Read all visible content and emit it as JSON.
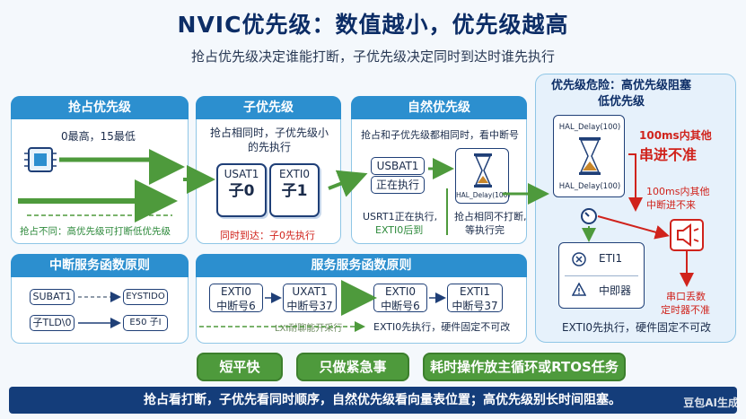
{
  "title": "NVIC优先级：数值越小，优先级越高",
  "subtitle": "抢占优先级决定谁能打断，子优先级决定同时到达时谁先执行",
  "preempt": {
    "header": "抢占优先级",
    "range": "0最高，15最低",
    "note": "抢占不同：高优先级可打断低优先级"
  },
  "subprio": {
    "header": "子优先级",
    "desc": "抢占相同时，子优先级小的先执行",
    "chip1_name": "USAT1",
    "chip1_big": "子0",
    "chip2_name": "EXTI0",
    "chip2_big": "子1",
    "note": "同时到达：子0先执行"
  },
  "natural": {
    "header": "自然优先级",
    "desc": "抢占和子优先级都相同时，看中断号",
    "box1": "USBAT1",
    "box2": "正在执行",
    "hourglass_label": "HAL_Delay(100)",
    "note_left1": "USRT1正在执行,",
    "note_left2": "EXTI0后到",
    "note_right1": "抢占相同不打断,",
    "note_right2": "等执行完"
  },
  "risk": {
    "title": "优先级危险：高优先级阻塞低优先级",
    "hal_top": "HAL_Delay(100)",
    "hal_bottom": "HAL_Delay(100)",
    "warn1a": "100ms内其他",
    "warn1b": "串进不准",
    "warn2a": "100ms内其他",
    "warn2b": "中断进不来",
    "status1": "ЕТI1",
    "status2": "中即器",
    "warn3a": "串口丢数",
    "warn3b": "定时器不准",
    "bottom": "EXTI0先执行，硬件固定不可改"
  },
  "isr": {
    "header": "中断服务函数原则",
    "box_a": "SUBAT1",
    "box_b": "EYSTIDO",
    "box_c": "子TLD\\0",
    "box_d": "E50 子I"
  },
  "flow": {
    "header": "服务服务函数原则",
    "b1_l1": "EXTI0",
    "b1_l2": "中断号6",
    "b2_l1": "UXAT1",
    "b2_l2": "中断号37",
    "b3_l1": "EXTI0",
    "b3_l2": "中断号6",
    "b4_l1": "EXTI1",
    "b4_l2": "中断号37",
    "blur_note": "LXI耐聊能开采行",
    "bottom": "EXTI0先执行，硬件固定不可改"
  },
  "pills": [
    "短平快",
    "只做紧急事",
    "耗时操作放主循环或RTOS任务"
  ],
  "footer": "抢占看打断，子优先看同时顺序，自然优先级看向量表位置；高优先级别长时间阻塞。",
  "watermark": "豆包AI生成",
  "colors": {
    "header_blue": "#2c8fcf",
    "dark_navy": "#143d7a",
    "warn_red": "#d0231c",
    "ok_green": "#4e9a3c"
  },
  "icons": [
    "cpu-chip-icon",
    "hourglass-icon",
    "clock-icon",
    "speaker-alert-icon",
    "x-circle-icon",
    "warning-triangle-icon",
    "arrow-icon"
  ]
}
